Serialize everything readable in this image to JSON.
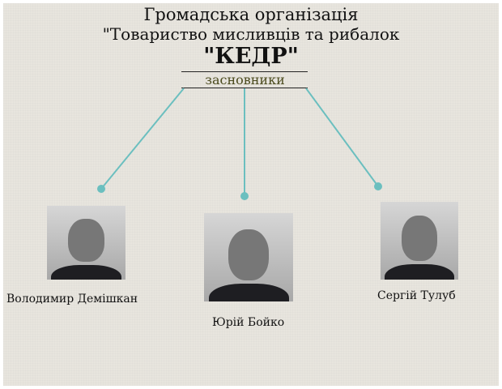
{
  "title": {
    "line1": "Громадська організація",
    "line2": "\"Товариство мисливців та рибалок",
    "line3": "\"КЕДР\""
  },
  "subtitle": "засновники",
  "colors": {
    "connector": "#6bbfbf",
    "background": "#e8e5de",
    "subtitle": "#4b4b1e"
  },
  "founders": [
    {
      "name": "Володимир Демішкан"
    },
    {
      "name": "Юрій Бойко"
    },
    {
      "name": "Сергій Тулуб"
    }
  ]
}
